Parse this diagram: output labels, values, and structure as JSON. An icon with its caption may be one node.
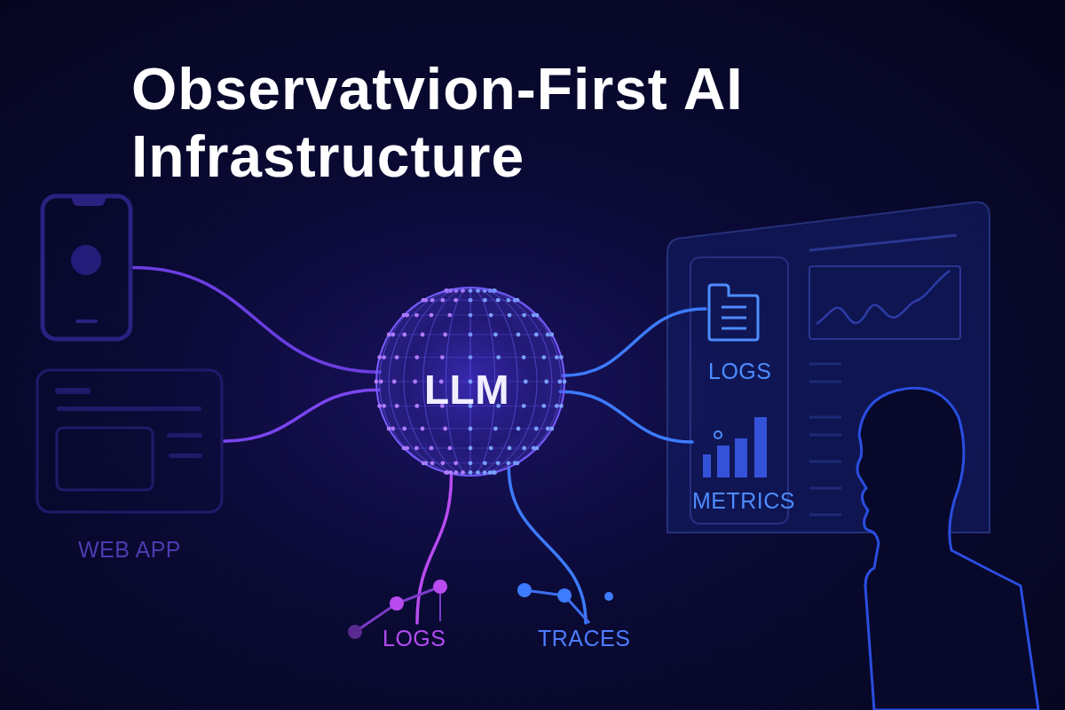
{
  "diagram": {
    "title": "Observatvion-First AI Infrastructure",
    "nodes": [
      {
        "text": [],
        "shape": "picture"
      },
      {
        "text": [
          "WEB APP"
        ]
      },
      {
        "text": [
          "LLM"
        ]
      },
      {
        "text": [
          "LOGS"
        ]
      },
      {
        "text": [
          "METRICS"
        ]
      },
      {
        "text": [
          "LOGS"
        ]
      },
      {
        "text": [
          "TRACES"
        ]
      },
      {
        "text": [],
        "shape": "person"
      }
    ],
    "edges": [
      {
        "from": 0,
        "to": 2,
        "arrow": "none",
        "color": "#6a3ee0"
      },
      {
        "from": 1,
        "to": 2,
        "arrow": "none",
        "color": "#7b45f0"
      },
      {
        "from": 2,
        "to": 3,
        "arrow": "none",
        "color": "#3d7bff"
      },
      {
        "from": 2,
        "to": 4,
        "arrow": "none",
        "color": "#3d7bff"
      },
      {
        "from": 2,
        "to": 5,
        "arrow": "none",
        "color": "#b84cf0"
      },
      {
        "from": 2,
        "to": 6,
        "arrow": "none",
        "color": "#3d7bff"
      }
    ]
  }
}
